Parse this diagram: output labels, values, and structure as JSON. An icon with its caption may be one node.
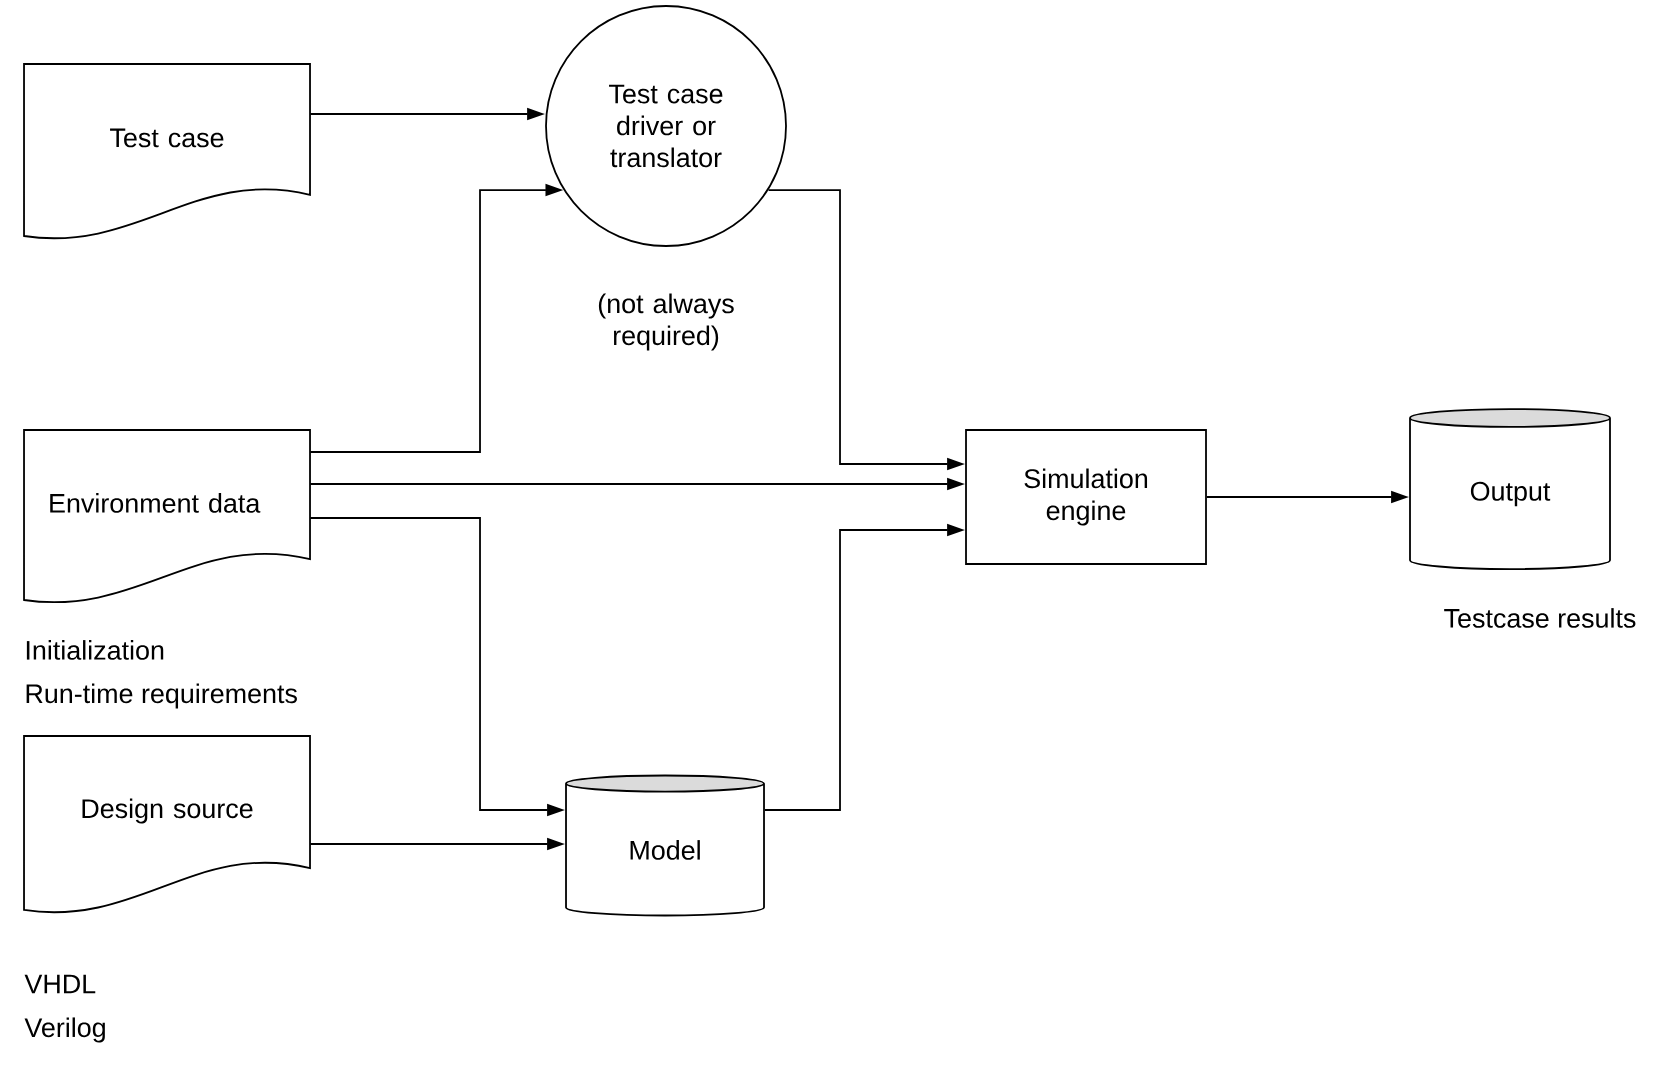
{
  "diagram": {
    "nodes": [
      {
        "text": [
          "Test case"
        ]
      },
      {
        "text": [
          "Test case driver or translator"
        ],
        "beside": [
          "(not always required)"
        ]
      },
      {
        "text": [
          "Environment data"
        ],
        "beside": [
          "Initialization",
          "Run-time requirements"
        ]
      },
      {
        "text": [
          "Simulation engine"
        ]
      },
      {
        "text": [
          "Output"
        ],
        "beside": [
          "Testcase results"
        ]
      },
      {
        "text": [
          "Design source"
        ],
        "beside": [
          "VHDL",
          "Verilog"
        ]
      },
      {
        "text": [
          "Model"
        ]
      }
    ],
    "edges": [
      {
        "from": 0,
        "to": 1,
        "arrow": "to"
      },
      {
        "from": 2,
        "to": 1,
        "arrow": "to"
      },
      {
        "from": 1,
        "to": 3,
        "arrow": "to"
      },
      {
        "from": 2,
        "to": 3,
        "arrow": "to"
      },
      {
        "from": 2,
        "to": 6,
        "arrow": "to"
      },
      {
        "from": 6,
        "to": 3,
        "arrow": "to"
      },
      {
        "from": 5,
        "to": 6,
        "arrow": "to"
      },
      {
        "from": 3,
        "to": 4,
        "arrow": "to"
      }
    ]
  }
}
